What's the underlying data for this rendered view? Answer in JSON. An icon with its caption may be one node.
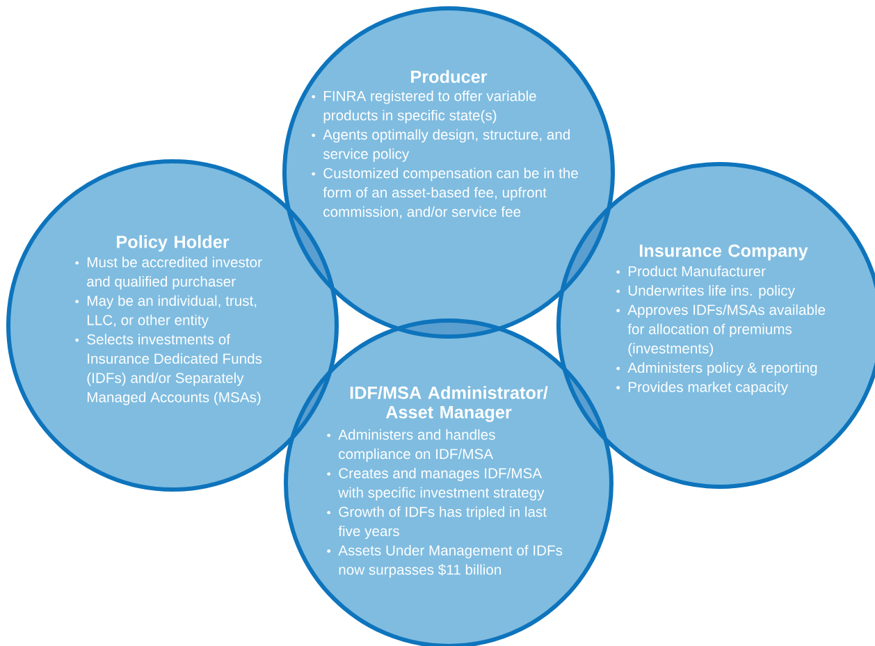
{
  "diagram": {
    "nodes": [
      {
        "text": [
          "Producer",
          "FINRA registered to offer variable products in specific state(s)",
          "Agents optimally design, structure, and service policy",
          "Customized compensation can be in the form of an asset-based fee, upfront commission, and/or service fee"
        ]
      },
      {
        "text": [
          "Policy Holder",
          "Must be accredited investor and qualified purchaser",
          "May be an individual, trust, LLC, or other entity",
          "Selects investments of Insurance Dedicated Funds (IDFs) and/or Separately Managed Accounts (MSAs)"
        ]
      },
      {
        "text": [
          "Insurance Company",
          "Product Manufacturer",
          "Underwrites life ins. policy",
          "Approves IDFs/MSAs available for allocation of premiums (investments)",
          "Administers policy & reporting",
          "Provides market capacity"
        ]
      },
      {
        "text": [
          "IDF/MSA Administrator/ Asset Manager",
          "Administers and handles compliance on IDF/MSA",
          "Creates and manages IDF/MSA with specific investment strategy",
          "Growth of IDFs has tripled in last five years",
          "Assets Under Management of IDFs now surpasses $11 billion"
        ]
      }
    ]
  }
}
